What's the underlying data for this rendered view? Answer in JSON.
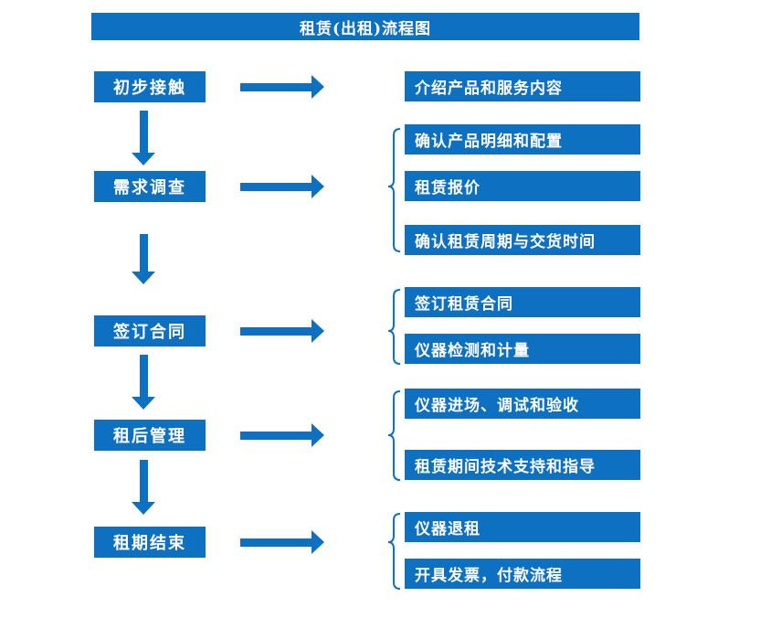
{
  "title": "租赁(出租)流程图",
  "colors": {
    "primary": "#0d70c0"
  },
  "steps": [
    {
      "label": "初步接触",
      "outputs": [
        "介绍产品和服务内容"
      ]
    },
    {
      "label": "需求调查",
      "outputs": [
        "确认产品明细和配置",
        "租赁报价",
        "确认租赁周期与交货时间"
      ]
    },
    {
      "label": "签订合同",
      "outputs": [
        "签订租赁合同",
        "仪器检测和计量"
      ]
    },
    {
      "label": "租后管理",
      "outputs": [
        "仪器进场、调试和验收",
        "租赁期间技术支持和指导"
      ]
    },
    {
      "label": "租期结束",
      "outputs": [
        "仪器退租",
        "开具发票，付款流程"
      ]
    }
  ]
}
